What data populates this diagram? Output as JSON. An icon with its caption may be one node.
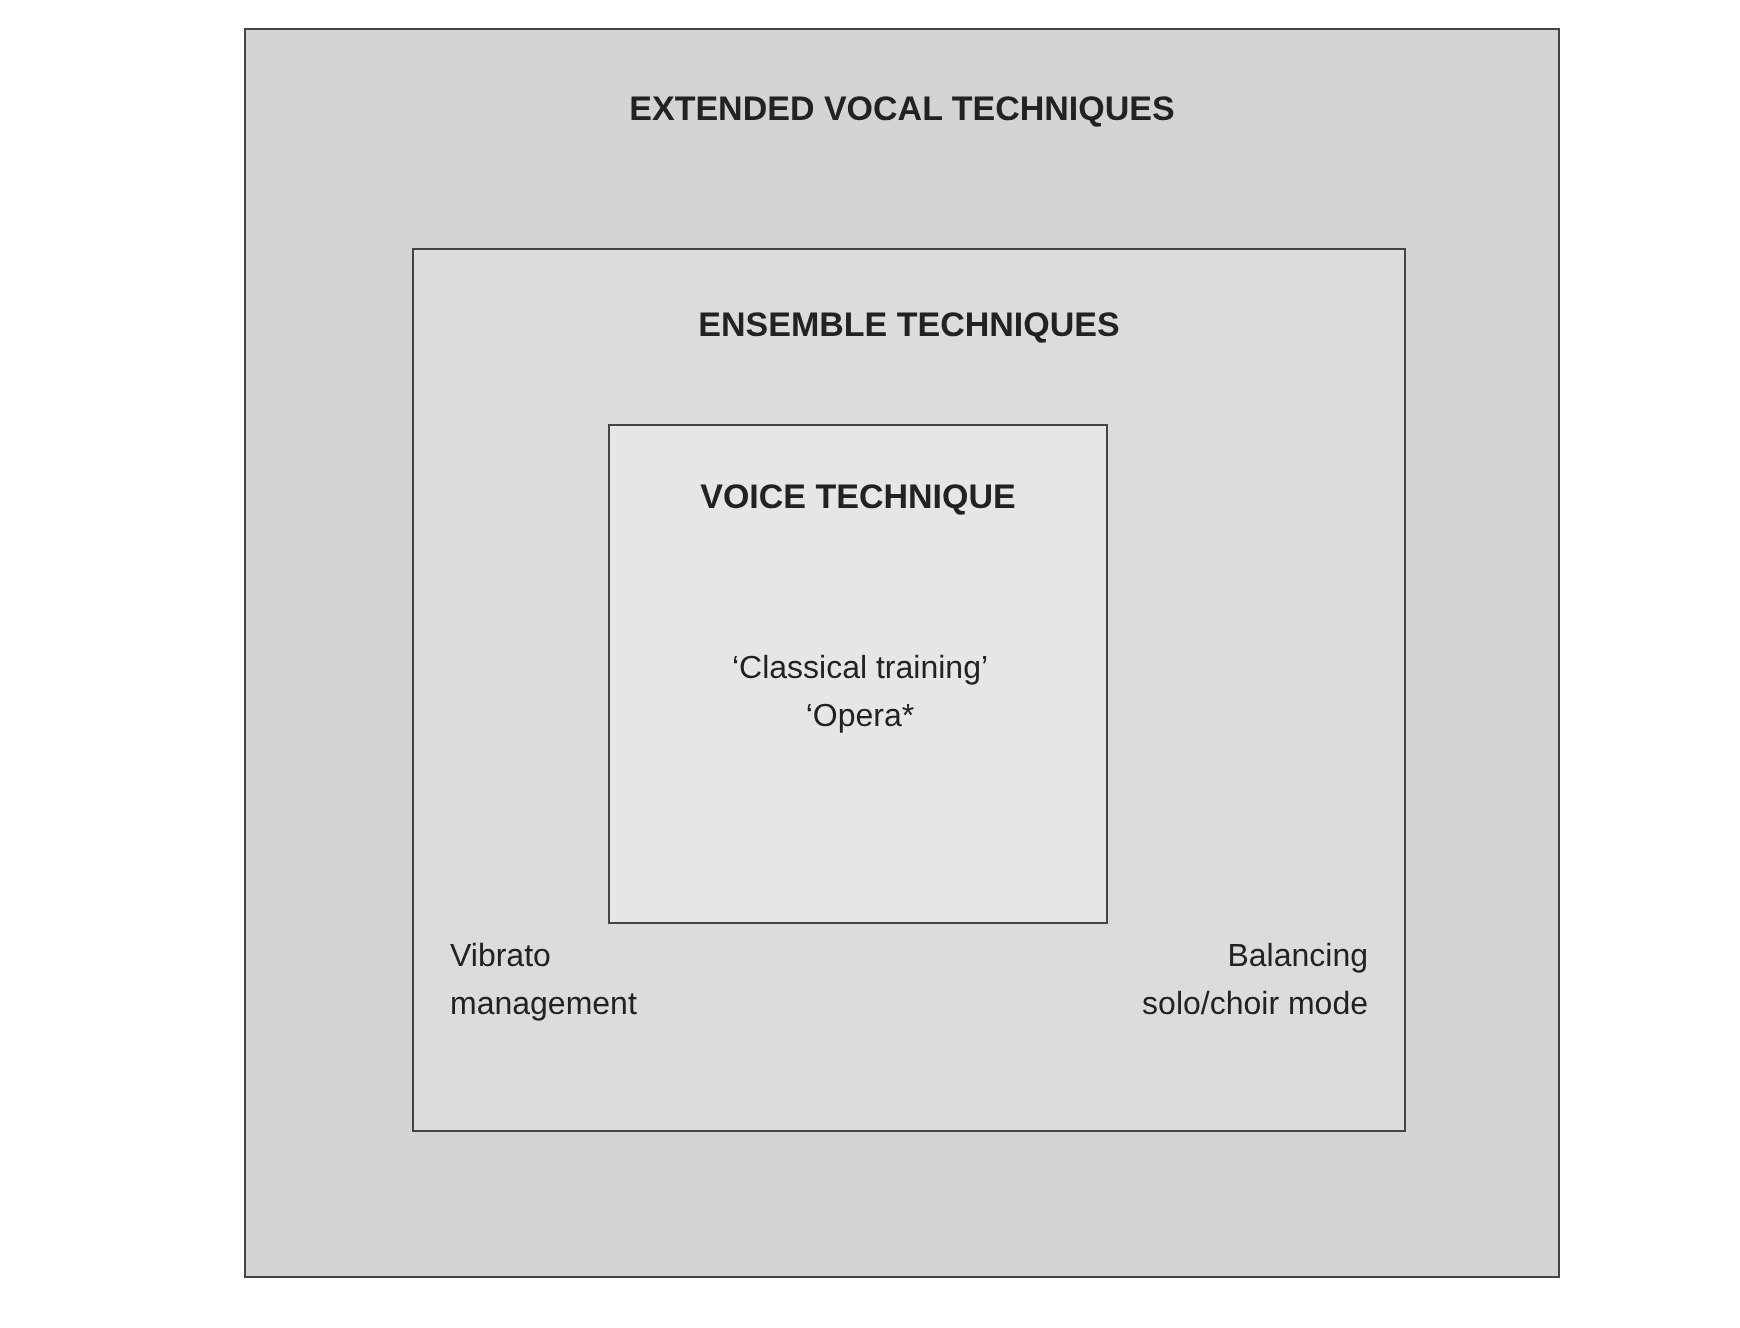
{
  "diagram": {
    "nodes": [
      {
        "text": [
          "EXTENDED VOCAL TECHNIQUES"
        ]
      },
      {
        "text": [
          "ENSEMBLE TECHNIQUES",
          "Vibrato management",
          "Balancing solo/choir mode"
        ],
        "in": 0
      },
      {
        "text": [
          "VOICE TECHNIQUE",
          "‘Classical training’",
          "‘Opera*"
        ],
        "in": 1
      }
    ]
  }
}
